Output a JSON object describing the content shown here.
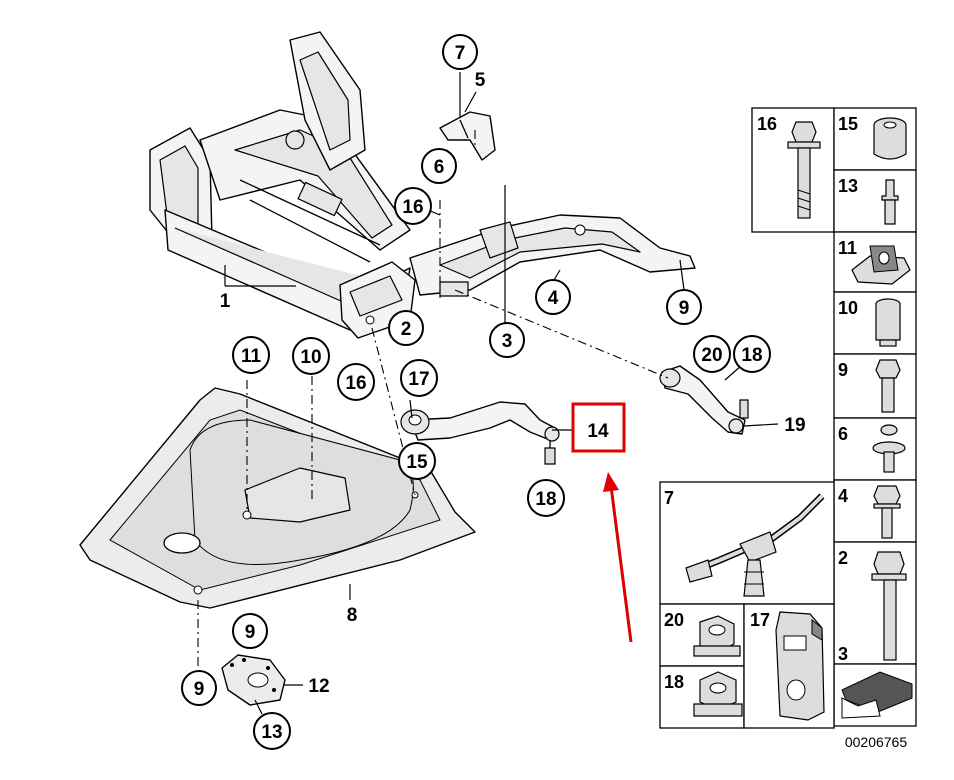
{
  "figure": {
    "code": "00206765",
    "callouts": {
      "c7": "7",
      "c5": "5",
      "c6": "6",
      "c16a": "16",
      "c1": "1",
      "c4": "4",
      "c9a": "9",
      "c2": "2",
      "c3": "3",
      "c11": "11",
      "c10": "10",
      "c16b": "16",
      "c17": "17",
      "c20": "20",
      "c18a": "18",
      "c19": "19",
      "c14": "14",
      "c15": "15",
      "c18b": "18",
      "c8": "8",
      "c9b": "9",
      "c9c": "9",
      "c12": "12",
      "c13": "13"
    },
    "legend": {
      "l16": "16",
      "l15": "15",
      "l13": "13",
      "l11": "11",
      "l10": "10",
      "l9": "9",
      "l6": "6",
      "l4": "4",
      "l2": "2",
      "l3": "3",
      "l7": "7",
      "l20": "20",
      "l17": "17",
      "l18": "18"
    },
    "highlight": {
      "part": "14",
      "color": "#e00000"
    }
  }
}
